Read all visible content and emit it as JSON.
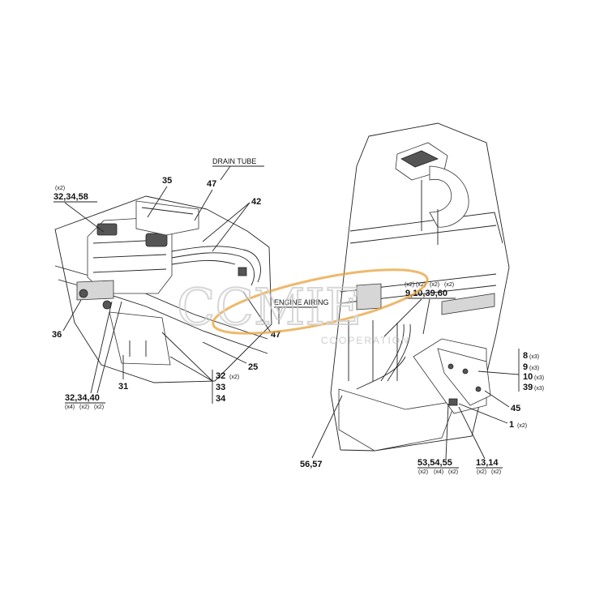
{
  "notes": {
    "drain_tube": "DRAIN TUBE",
    "engine_airing": "ENGINE AIRING"
  },
  "watermark": {
    "main": "CCMIE",
    "sub": "COOPERATION"
  },
  "callouts": {
    "c32_34_58": "32,34,58",
    "c32_34_58_qty": "(x2)",
    "c35": "35",
    "c47a": "47",
    "c42": "42",
    "c36": "36",
    "c47b": "47",
    "c25": "25",
    "c31": "31",
    "c32": "32",
    "c32_qty": "(x2)",
    "c33": "33",
    "c34": "34",
    "c32_34_40": "32,34,40",
    "c32_34_40_qty1": "(x4)",
    "c32_34_40_qty2": "(x2)",
    "c32_34_40_qty3": "(x2)",
    "c9_10_39_60": "9,10,39,60",
    "c9_qty1": "(x2)",
    "c9_qty2": "(x2)",
    "c9_qty3": "(x2)",
    "c9_qty4": "(x2)",
    "c8": "8",
    "c8_qty": "(x3)",
    "c9": "9",
    "c9_qty": "(x3)",
    "c10": "10",
    "c10_qty": "(x3)",
    "c39": "39",
    "c39_qty": "(x3)",
    "c45": "45",
    "c1": "1",
    "c1_qty": "(x2)",
    "c56_57": "56,57",
    "c53_54_55": "53,54,55",
    "c53_qty1": "(x2)",
    "c53_qty2": "(x4)",
    "c53_qty3": "(x2)",
    "c13_14": "13,14",
    "c13_qty1": "(x2)",
    "c13_qty2": "(x2)"
  },
  "colors": {
    "line": "#222222",
    "watermark": "#c9c9c9",
    "watermark_accent": "#e8a23a"
  }
}
